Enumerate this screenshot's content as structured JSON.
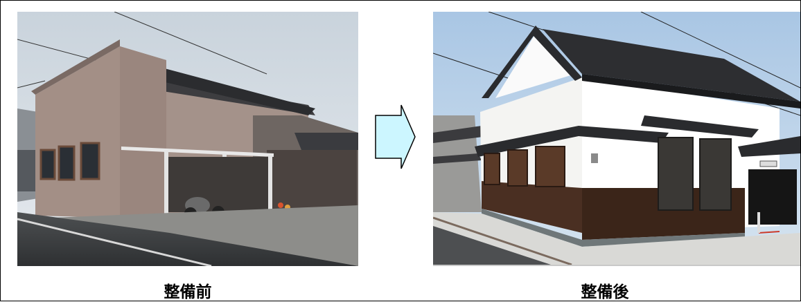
{
  "captions": {
    "before": "整備前",
    "after": "整備後"
  },
  "photos": {
    "before": "photo-before-renovation",
    "after": "photo-after-renovation"
  },
  "arrow": {
    "icon": "right-arrow-icon",
    "fill": "#ccf6ff",
    "stroke": "#000000"
  }
}
